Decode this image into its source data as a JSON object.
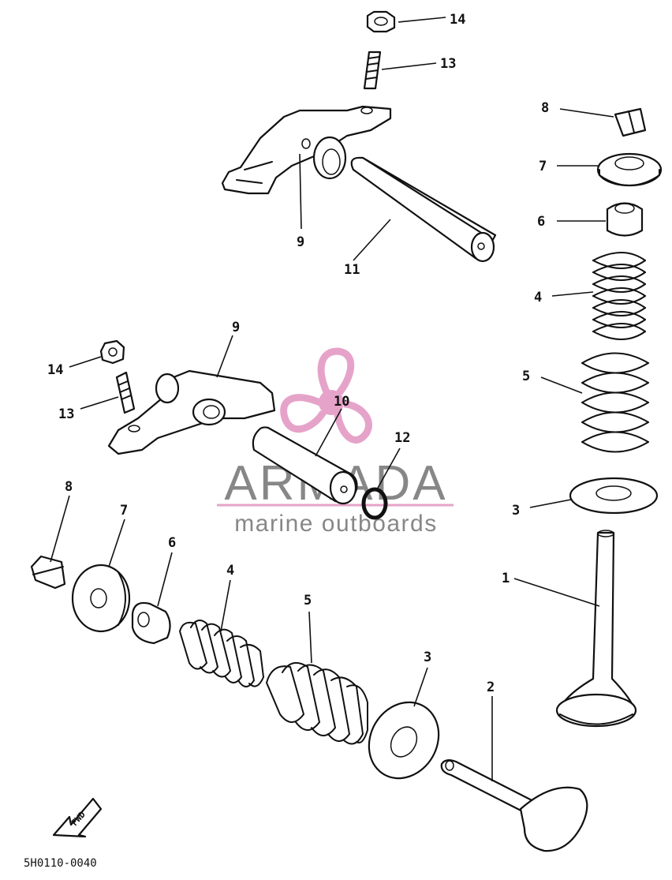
{
  "callouts": {
    "c14_top": "14",
    "c13_top": "13",
    "c9_top": "9",
    "c11": "11",
    "c8_right": "8",
    "c7_right": "7",
    "c6_right": "6",
    "c4_right": "4",
    "c5_right": "5",
    "c3_right": "3",
    "c1": "1",
    "c9_left": "9",
    "c14_left": "14",
    "c13_left": "13",
    "c10": "10",
    "c12": "12",
    "c8_left": "8",
    "c7_left": "7",
    "c6_left": "6",
    "c4_left": "4",
    "c5_left": "5",
    "c3_left": "3",
    "c2": "2"
  },
  "watermark": {
    "brand": "ARMADA",
    "tagline": "marine outboards",
    "color": "#e6a3c9"
  },
  "footer": {
    "drawing_code": "5H0110-0040",
    "fwd_label": "FWD"
  }
}
